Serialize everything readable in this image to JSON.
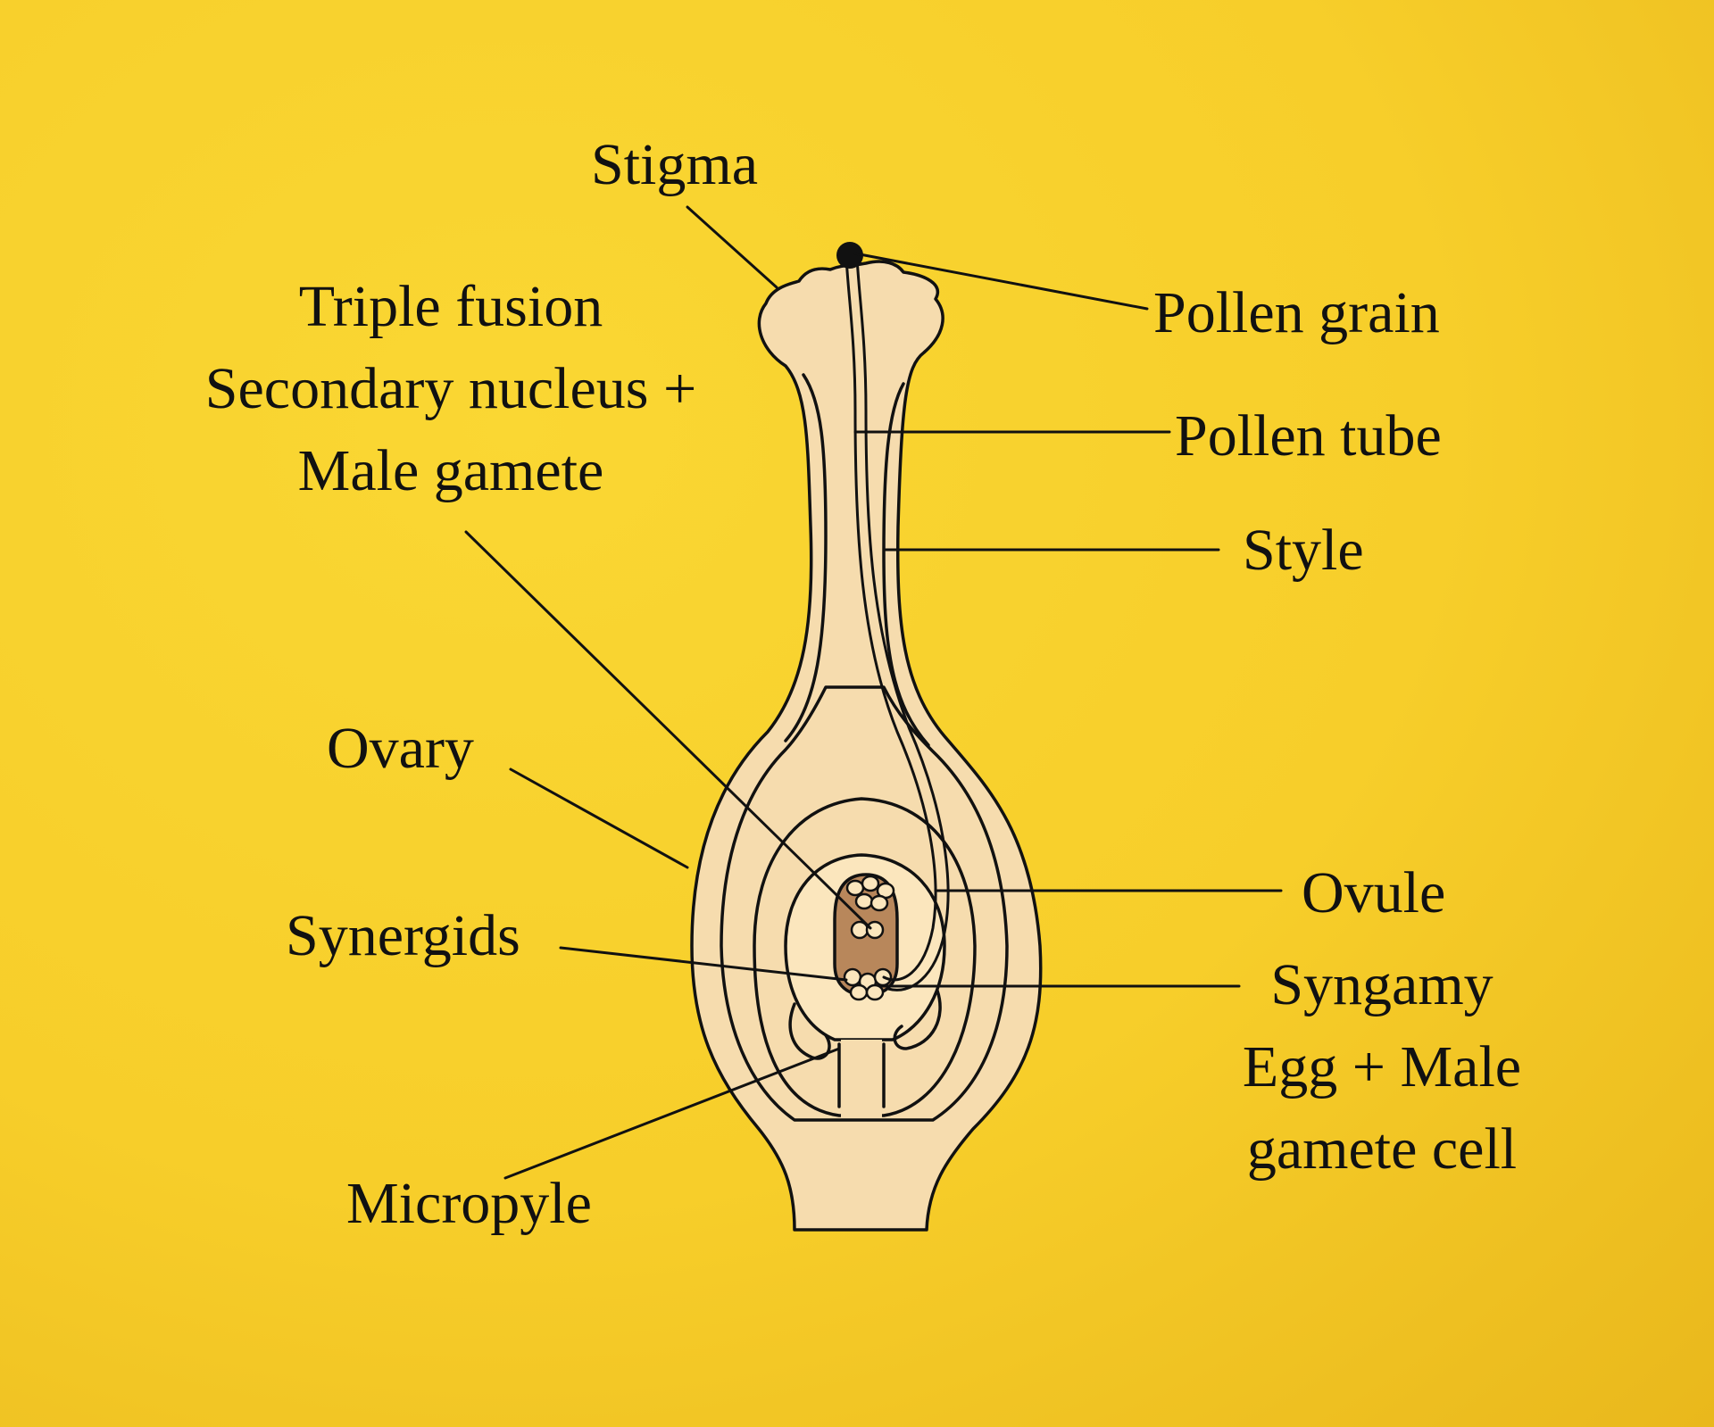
{
  "labels": {
    "stigma": "Stigma",
    "triple_fusion": [
      "Triple fusion",
      "Secondary nucleus +",
      "Male gamete"
    ],
    "pollen_grain": "Pollen grain",
    "pollen_tube": "Pollen tube",
    "style": "Style",
    "ovary": "Ovary",
    "ovule": "Ovule",
    "synergids": "Synergids",
    "syngamy": [
      "Syngamy",
      "Egg + Male",
      "gamete cell"
    ],
    "micropyle": "Micropyle"
  },
  "colors": {
    "background": "#f8d02c",
    "tissue": "#f6dcae",
    "embryo_sac": "#b8875b",
    "outline": "#111111"
  }
}
